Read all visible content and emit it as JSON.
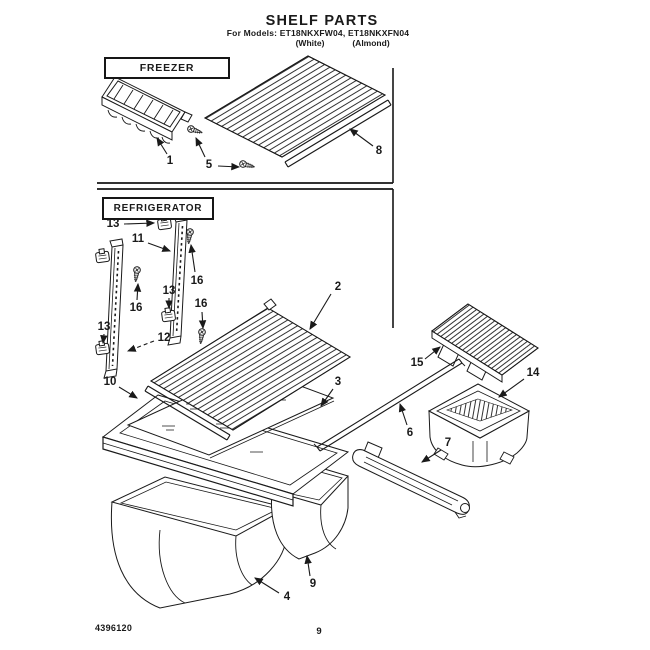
{
  "header": {
    "title": "SHELF PARTS",
    "models_line": "For Models: ET18NKXFW04, ET18NKXFN04",
    "color_white": "(White)",
    "color_almond": "(Almond)"
  },
  "sections": {
    "freezer": {
      "label": "FREEZER"
    },
    "refrigerator": {
      "label": "REFRIGERATOR"
    }
  },
  "callouts": [
    {
      "text": "1"
    },
    {
      "text": "5"
    },
    {
      "text": "8"
    },
    {
      "text": "13"
    },
    {
      "text": "11"
    },
    {
      "text": "16"
    },
    {
      "text": "13"
    },
    {
      "text": "16"
    },
    {
      "text": "16"
    },
    {
      "text": "13"
    },
    {
      "text": "12"
    },
    {
      "text": "10"
    },
    {
      "text": "2"
    },
    {
      "text": "3"
    },
    {
      "text": "15"
    },
    {
      "text": "14"
    },
    {
      "text": "6"
    },
    {
      "text": "7"
    },
    {
      "text": "4"
    },
    {
      "text": "9"
    }
  ],
  "footer": {
    "doc_number": "4396120",
    "page_number": "9"
  },
  "colors": {
    "ink": "#1a1a1a",
    "paper": "#ffffff"
  }
}
